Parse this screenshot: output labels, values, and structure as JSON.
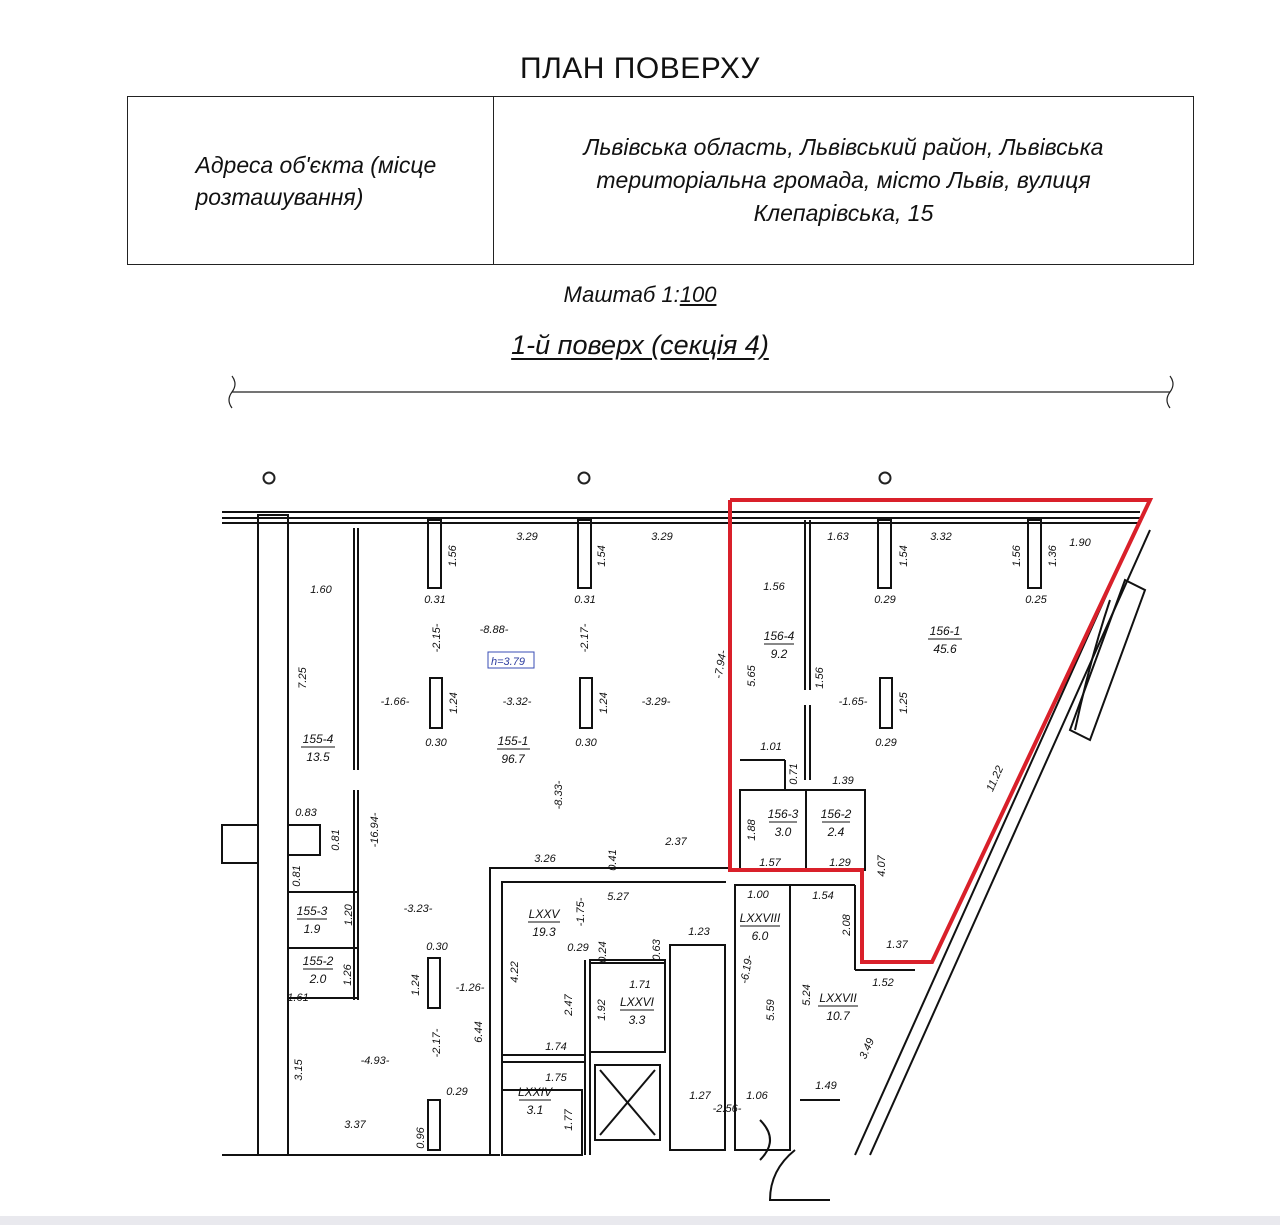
{
  "header": {
    "title": "ПЛАН ПОВЕРХУ",
    "address_label": "Адреса об'єкта (місце розташування)",
    "address_value": "Львівська область, Львівський район, Львівська територіальна громада, місто Львів, вулиця Клепарівська, 15",
    "scale_prefix": "Маштаб 1:",
    "scale_value": "100",
    "floor_title": "1-й поверх (секція 4)"
  },
  "plan": {
    "highlight_color": "#d9202a",
    "height_mark": "h=3.79",
    "rooms": [
      {
        "id": "155-1",
        "area": "96.7"
      },
      {
        "id": "155-2",
        "area": "2.0"
      },
      {
        "id": "155-3",
        "area": "1.9"
      },
      {
        "id": "155-4",
        "area": "13.5"
      },
      {
        "id": "156-1",
        "area": "45.6"
      },
      {
        "id": "156-2",
        "area": "2.4"
      },
      {
        "id": "156-3",
        "area": "3.0"
      },
      {
        "id": "156-4",
        "area": "9.2"
      },
      {
        "id": "LXXIV",
        "area": "3.1"
      },
      {
        "id": "LXXV",
        "area": "19.3"
      },
      {
        "id": "LXXVI",
        "area": "3.3"
      },
      {
        "id": "LXXVII",
        "area": "10.7"
      },
      {
        "id": "LXXVIII",
        "area": "6.0"
      }
    ],
    "dimensions": [
      "3.29",
      "3.29",
      "1.63",
      "3.32",
      "1.90",
      "1.36",
      "1.56",
      "1.54",
      "1.54",
      "1.56",
      "1.56",
      "1.60",
      "0.31",
      "0.31",
      "0.29",
      "0.25",
      "-8.88-",
      "-2.15-",
      "-2.17-",
      "-7.94-",
      "1.56",
      "5.65",
      "7.25",
      "-1.66-",
      "1.24",
      "-3.32-",
      "1.24",
      "-3.29-",
      "-1.65-",
      "1.25",
      "0.30",
      "0.30",
      "0.29",
      "1.01",
      "0.71",
      "1.39",
      "0.83",
      "0.81",
      "-16.94-",
      "-8.33-",
      "11.22",
      "1.88",
      "1.57",
      "1.29",
      "4.07",
      "3.26",
      "0.41",
      "2.37",
      "0.81",
      "5.27",
      "1.00",
      "1.54",
      "-3.23-",
      "-1.75-",
      "2.08",
      "1.37",
      "1.20",
      "0.30",
      "1.23",
      "1.26",
      "1.61",
      "1.24",
      "-1.26-",
      "4.22",
      "0.29",
      "0.24",
      "0.63",
      "1.71",
      "1.52",
      "-6.19-",
      "2.47",
      "1.92",
      "5.59",
      "5.24",
      "6.44",
      "1.74",
      "3.49",
      "3.15",
      "-4.93-",
      "-2.17-",
      "1.75",
      "1.77",
      "1.27",
      "1.06",
      "1.49",
      "0.29",
      "-2.56-",
      "3.37",
      "0.96"
    ]
  }
}
